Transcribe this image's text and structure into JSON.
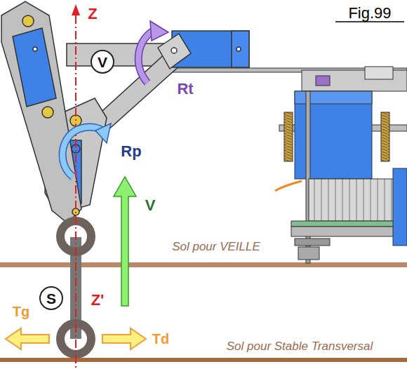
{
  "diagram": {
    "nodes": [
      {
        "text": [
          "V"
        ]
      },
      {
        "text": [
          "S"
        ]
      }
    ],
    "edges": [],
    "labels": [
      "Fig.99",
      "Z",
      "Rt",
      "Rp",
      "V",
      "Sol pour VEILLE",
      "Z'",
      "Tg",
      "Td",
      "Sol pour Stable Transversal"
    ]
  }
}
